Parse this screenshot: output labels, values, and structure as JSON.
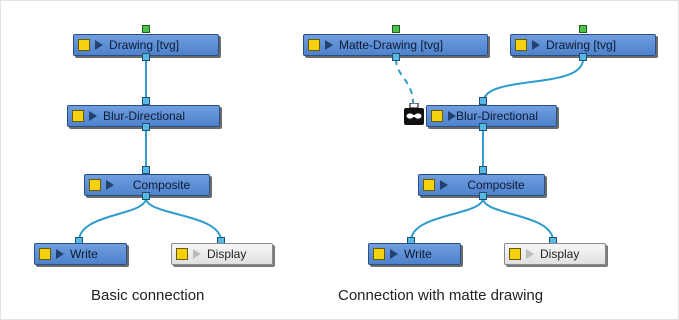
{
  "diagrams": {
    "basic": {
      "caption": "Basic connection",
      "nodes": {
        "drawing": "Drawing  [tvg]",
        "blur": "Blur-Directional",
        "composite": "Composite",
        "write": "Write",
        "display": "Display"
      }
    },
    "matte": {
      "caption": "Connection with matte drawing",
      "nodes": {
        "matte_drawing": "Matte-Drawing  [tvg]",
        "drawing": "Drawing  [tvg]",
        "blur": "Blur-Directional",
        "composite": "Composite",
        "write": "Write",
        "display": "Display"
      }
    }
  },
  "colors": {
    "node_fill": "#5a8ed6",
    "wire": "#2f9ccc",
    "port": "#57b9e3",
    "enable_box": "#f5d10f",
    "top_port": "#4fc24a"
  },
  "icons": {
    "enable": "yellow-square-enable-icon",
    "play": "play-triangle-icon",
    "matte_badge": "matte-mask-icon"
  }
}
